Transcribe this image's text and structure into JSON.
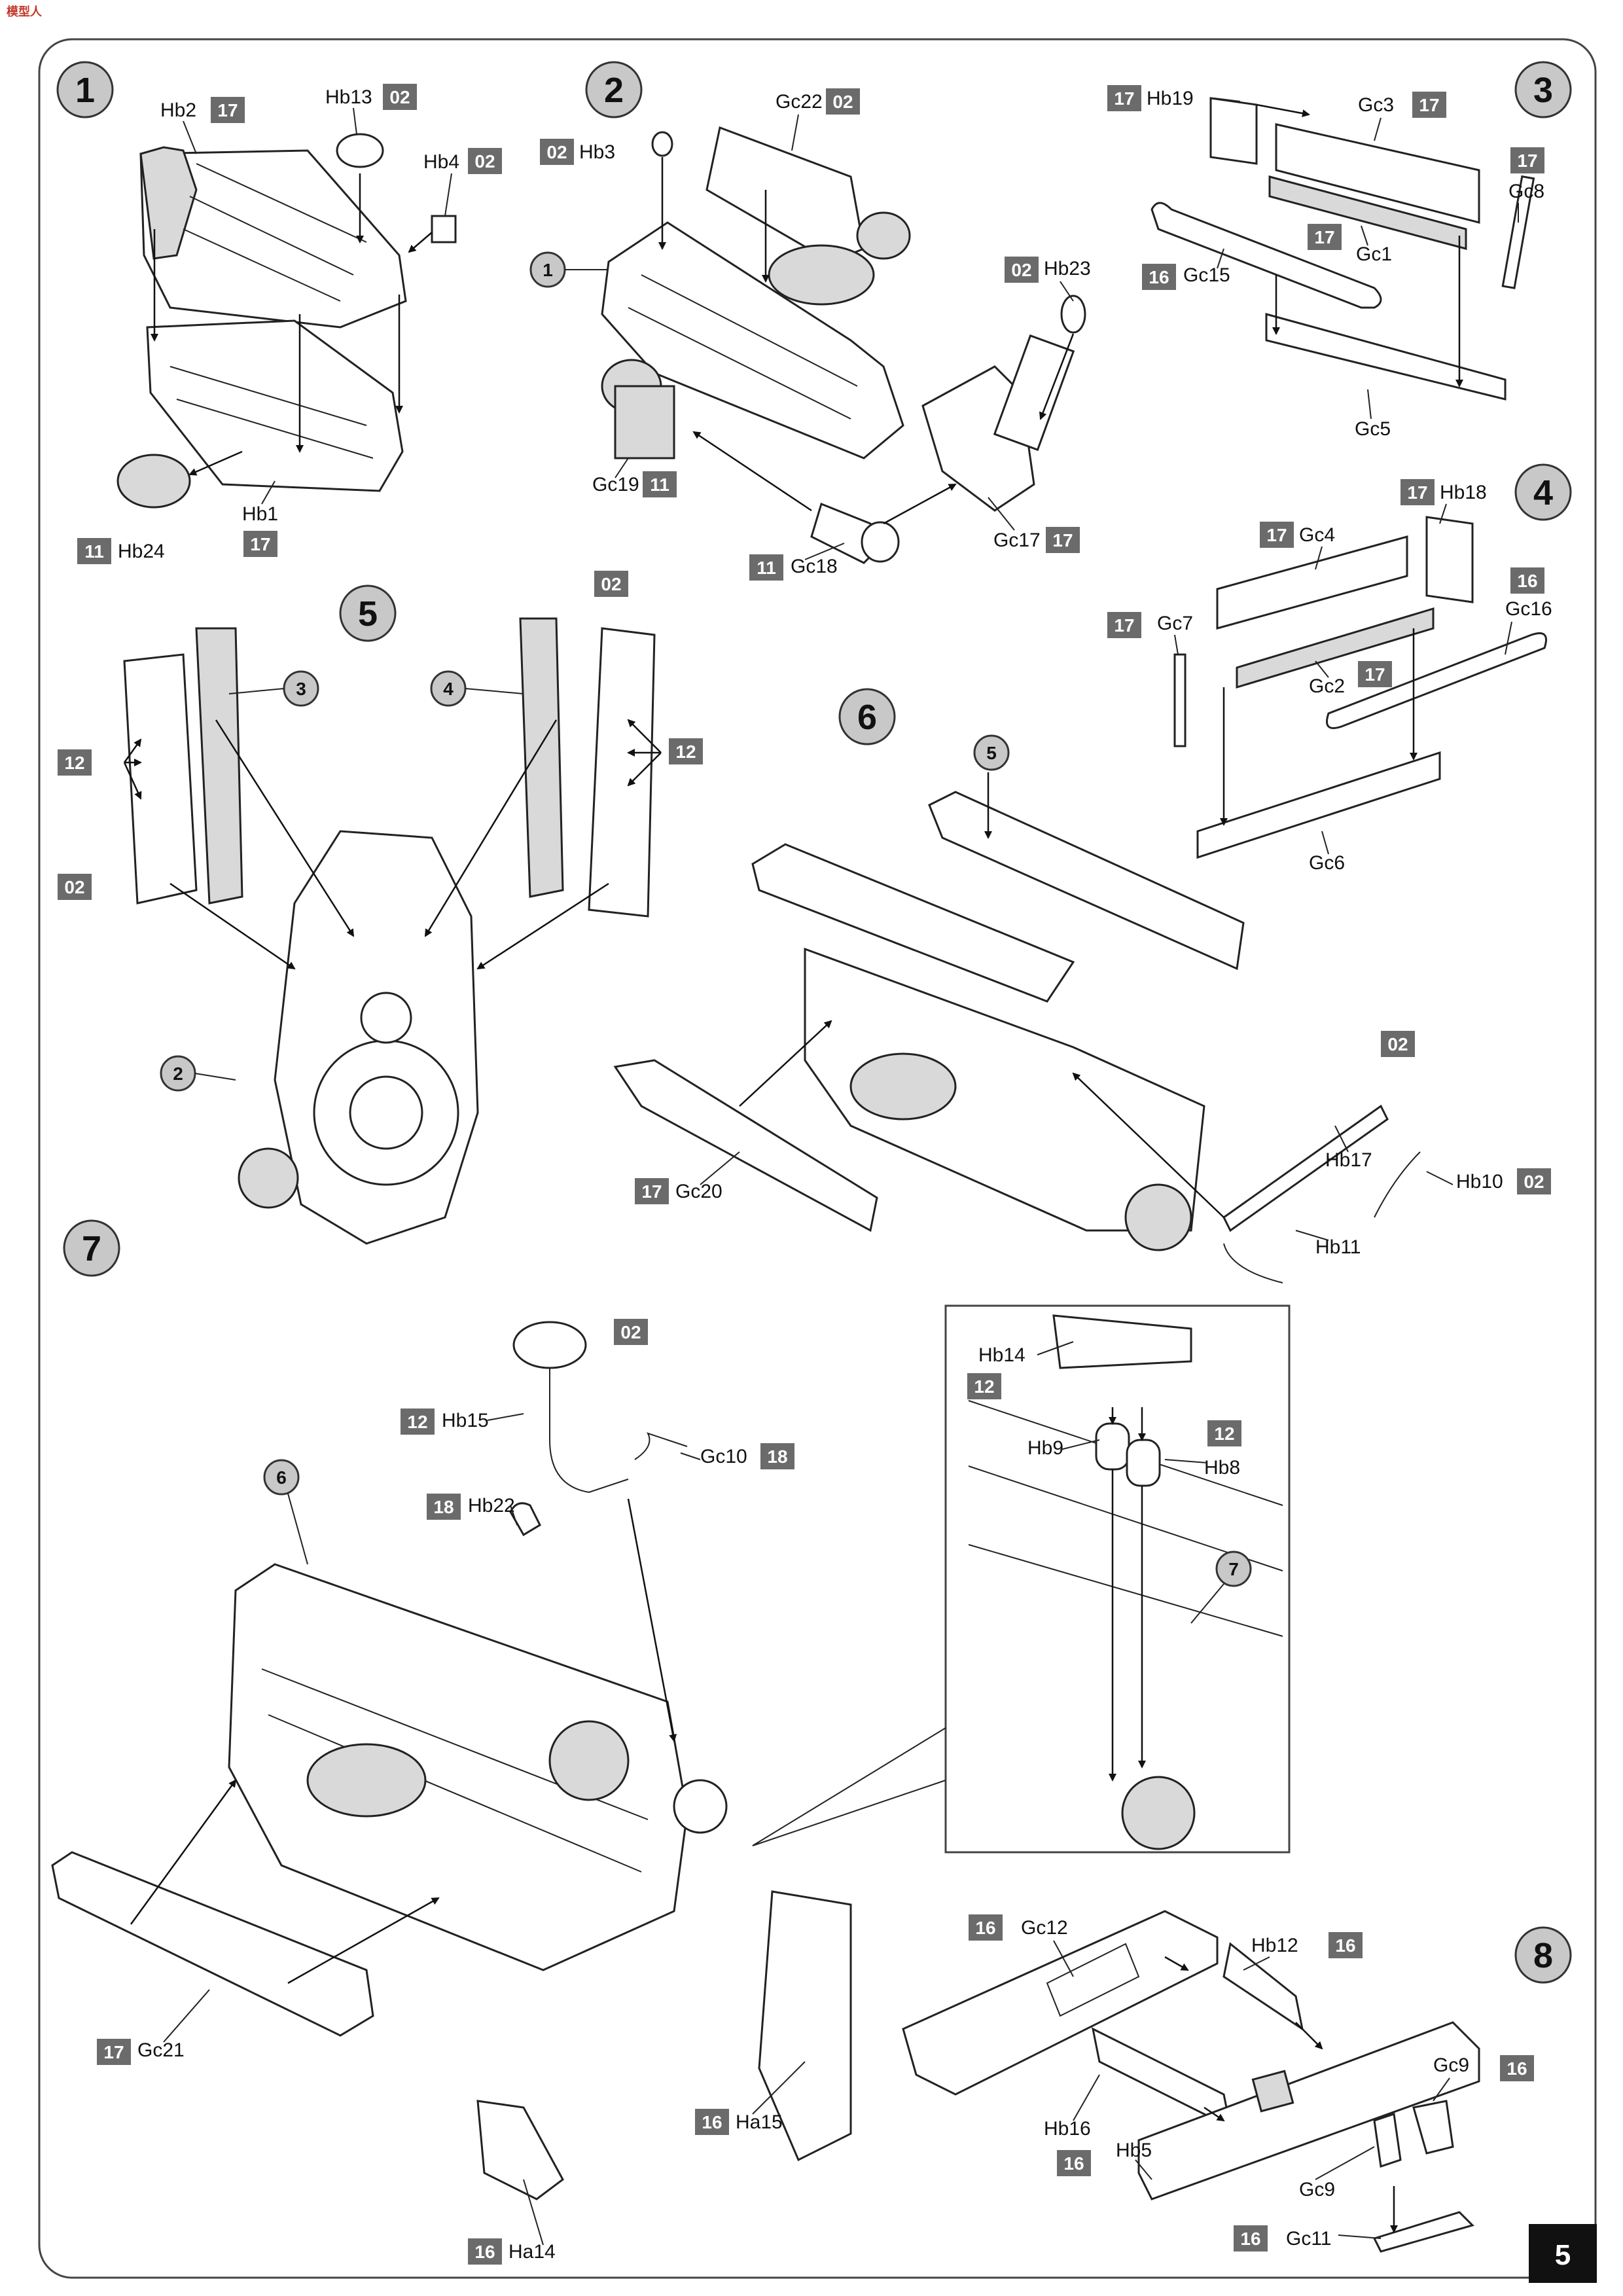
{
  "page_number": "5",
  "logo_text": "模型人",
  "steps": [
    {
      "num": "1",
      "parts": [
        {
          "code": "Hb2",
          "sprue": "17"
        },
        {
          "code": "Hb13",
          "sprue": "02"
        },
        {
          "code": "Hb4",
          "sprue": "02"
        },
        {
          "code": "Hb1",
          "sprue": "17"
        },
        {
          "code": "Hb24",
          "sprue": "11"
        }
      ]
    },
    {
      "num": "2",
      "ref": "1",
      "parts": [
        {
          "code": "Hb3",
          "sprue": "02"
        },
        {
          "code": "Gc22",
          "sprue": "02"
        },
        {
          "code": "Hb23",
          "sprue": "02"
        },
        {
          "code": "Gc19",
          "sprue": "11"
        },
        {
          "code": "Gc18",
          "sprue": "11"
        },
        {
          "code": "Gc17",
          "sprue": "17"
        }
      ]
    },
    {
      "num": "3",
      "parts": [
        {
          "code": "Hb19",
          "sprue": "17"
        },
        {
          "code": "Gc3",
          "sprue": "17"
        },
        {
          "code": "Gc8",
          "sprue": "17"
        },
        {
          "code": "Gc1",
          "sprue": "17"
        },
        {
          "code": "Gc15",
          "sprue": "16"
        },
        {
          "code": "Gc5",
          "sprue": ""
        }
      ]
    },
    {
      "num": "4",
      "parts": [
        {
          "code": "Hb18",
          "sprue": "17"
        },
        {
          "code": "Gc4",
          "sprue": "17"
        },
        {
          "code": "Gc16",
          "sprue": "16"
        },
        {
          "code": "Gc7",
          "sprue": "17"
        },
        {
          "code": "Gc2",
          "sprue": "17"
        },
        {
          "code": "Gc6",
          "sprue": ""
        }
      ]
    },
    {
      "num": "5",
      "refs": [
        "3",
        "4",
        "2"
      ],
      "sprues": [
        "02",
        "12",
        "12",
        "02"
      ]
    },
    {
      "num": "6",
      "ref": "5",
      "parts": [
        {
          "code": "Gc20",
          "sprue": "17"
        },
        {
          "code": "Hb17",
          "sprue": "02"
        },
        {
          "code": "Hb10",
          "sprue": "02"
        },
        {
          "code": "Hb11",
          "sprue": ""
        }
      ]
    },
    {
      "num": "7",
      "refs": [
        "6",
        "7"
      ],
      "parts": [
        {
          "code": "Hb15",
          "sprue": "12"
        },
        {
          "code": "Hb22",
          "sprue": "18"
        },
        {
          "code": "Gc10",
          "sprue": "18"
        },
        {
          "code": "Gc21",
          "sprue": "17"
        },
        {
          "code": "Ha15",
          "sprue": "16"
        },
        {
          "code": "Ha14",
          "sprue": "16"
        },
        {
          "code": "Hb14",
          "sprue": "12"
        },
        {
          "code": "Hb9",
          "sprue": ""
        },
        {
          "code": "Hb8",
          "sprue": "12"
        }
      ],
      "extra_sprue": "02"
    },
    {
      "num": "8",
      "parts": [
        {
          "code": "Gc12",
          "sprue": "16"
        },
        {
          "code": "Hb12",
          "sprue": "16"
        },
        {
          "code": "Gc9",
          "sprue": "16"
        },
        {
          "code": "Hb16",
          "sprue": "16"
        },
        {
          "code": "Hb5",
          "sprue": ""
        },
        {
          "code": "Gc9",
          "sprue": ""
        },
        {
          "code": "Gc11",
          "sprue": "16"
        }
      ]
    }
  ]
}
